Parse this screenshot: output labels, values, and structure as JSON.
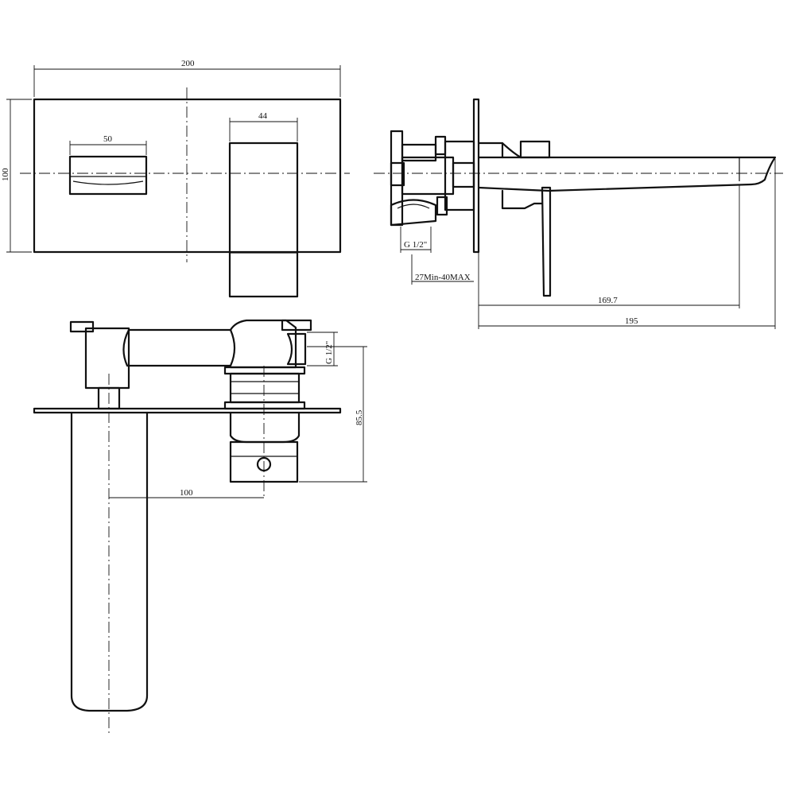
{
  "dimensions": {
    "plate_width": "200",
    "plate_height": "100",
    "lever_width": "50",
    "handle_width": "44",
    "side_inlet": "G 1/2\"",
    "wall_range": "27Min-40MAX",
    "spout_reach_inner": "169.7",
    "spout_reach_total": "195",
    "top_inlet": "G 1/2\"",
    "body_depth": "85.5",
    "spout_center_distance": "100"
  }
}
